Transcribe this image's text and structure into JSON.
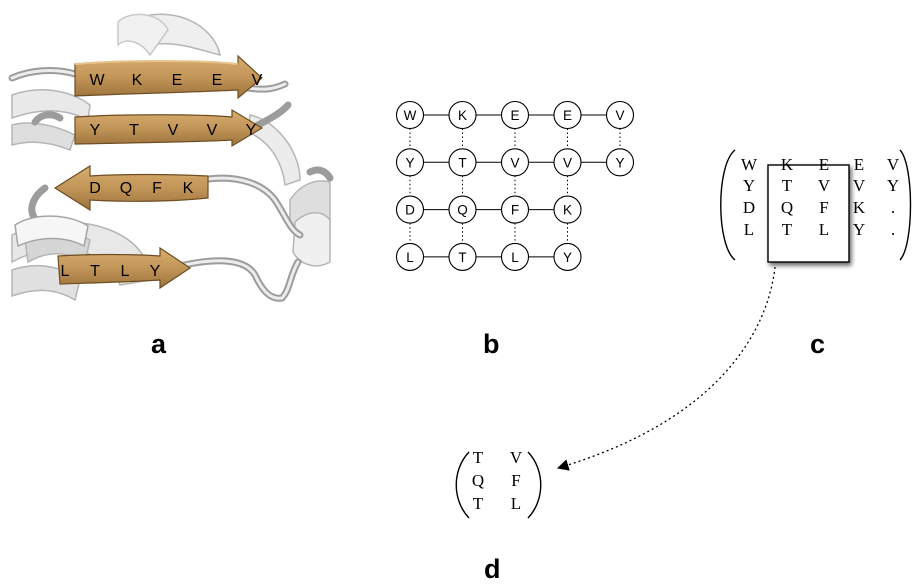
{
  "panels": {
    "a": {
      "label": "a",
      "strands": [
        {
          "residues": [
            "W",
            "K",
            "E",
            "E",
            "V"
          ]
        },
        {
          "residues": [
            "Y",
            "T",
            "V",
            "V",
            "Y"
          ]
        },
        {
          "residues": [
            "D",
            "Q",
            "F",
            "K"
          ]
        },
        {
          "residues": [
            "L",
            "T",
            "L",
            "Y"
          ]
        }
      ]
    },
    "b": {
      "label": "b",
      "rows": [
        [
          "W",
          "K",
          "E",
          "E",
          "V"
        ],
        [
          "Y",
          "T",
          "V",
          "V",
          "Y"
        ],
        [
          "D",
          "Q",
          "F",
          "K"
        ],
        [
          "L",
          "T",
          "L",
          "Y"
        ]
      ]
    },
    "c": {
      "label": "c",
      "matrix": [
        [
          "W",
          "K",
          "E",
          "E",
          "V"
        ],
        [
          "Y",
          "T",
          "V",
          "V",
          "Y"
        ],
        [
          "D",
          "Q",
          "F",
          "K",
          "."
        ],
        [
          "L",
          "T",
          "L",
          "Y",
          "."
        ]
      ]
    },
    "d": {
      "label": "d",
      "matrix": [
        [
          "T",
          "V"
        ],
        [
          "Q",
          "F"
        ],
        [
          "T",
          "L"
        ]
      ]
    }
  },
  "colors": {
    "strand": "#c29558",
    "strand_edge": "#6e4e22",
    "ribbon": "#dcdcdc",
    "ribbon_edge": "#9a9a9a",
    "node_fill": "#ffffff",
    "ink": "#000000"
  }
}
